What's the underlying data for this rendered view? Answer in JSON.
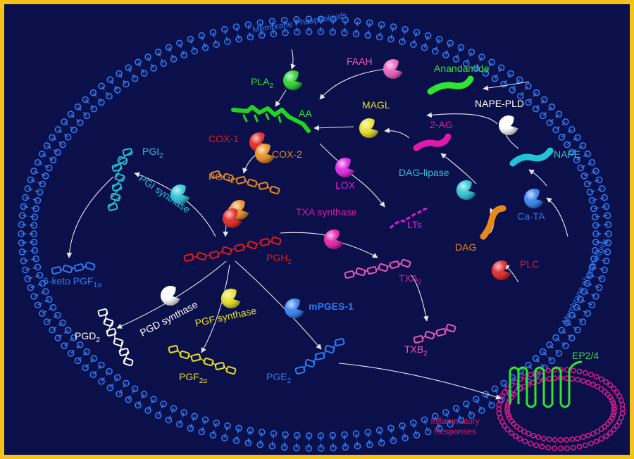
{
  "colors": {
    "background": "#0b0f4a",
    "border": "#f6c21a",
    "membrane": "#2f7cf0",
    "aa": "#22d322",
    "cox": "#e11b1b",
    "orange": "#e88a1a",
    "magenta": "#e01aa8",
    "cyan": "#23c3d6",
    "yellow": "#e6e01a",
    "white": "#ffffff",
    "blue": "#2c7cf0",
    "pink": "#e85ab8",
    "green": "#2ee62e"
  },
  "membrane": {
    "top_label": "Membrane Phospholipids",
    "right_label": "Membrane phospholipids"
  },
  "enzymes": {
    "pla2": {
      "name": "PLA",
      "sub": "2"
    },
    "cox1": "COX-1",
    "cox2": "COX-2",
    "lox": "LOX",
    "magl": "MAGL",
    "faah": "FAAH",
    "nape_pld": "NAPE-PLD",
    "dag_lipase": "DAG-lipase",
    "ca_ta": "Ca-TA",
    "plc": "PLC",
    "txa_synthase": "TXA synthase",
    "pgi_synthase": "PGI synthase",
    "pgd_synthase": "PGD synthase",
    "pgf_synthase": "PGF synthase",
    "mpges1": "mPGES-1"
  },
  "metabolites": {
    "aa": "AA",
    "anandamide": "Anandamide",
    "two_ag": "2-AG",
    "nape": "NAPE",
    "dag": "DAG",
    "lts": "LTs",
    "pgg2": {
      "name": "PGG",
      "sub": "2"
    },
    "pgh2": {
      "name": "PGH",
      "sub": "2"
    },
    "pgi2": {
      "name": "PGI",
      "sub": "2"
    },
    "keto": {
      "name": "6-keto PGF",
      "sub": "1α"
    },
    "txa2": {
      "name": "TXA",
      "sub": "2"
    },
    "txb2": {
      "name": "TXB",
      "sub": "2"
    },
    "pgd2": {
      "name": "PGD",
      "sub": "2"
    },
    "pgf2a": {
      "name": "PGF",
      "sub": "2α"
    },
    "pge2": {
      "name": "PGE",
      "sub": "2"
    }
  },
  "receptor": {
    "name": "EP2/4",
    "response": [
      "Inflammatory",
      "Responses"
    ]
  }
}
